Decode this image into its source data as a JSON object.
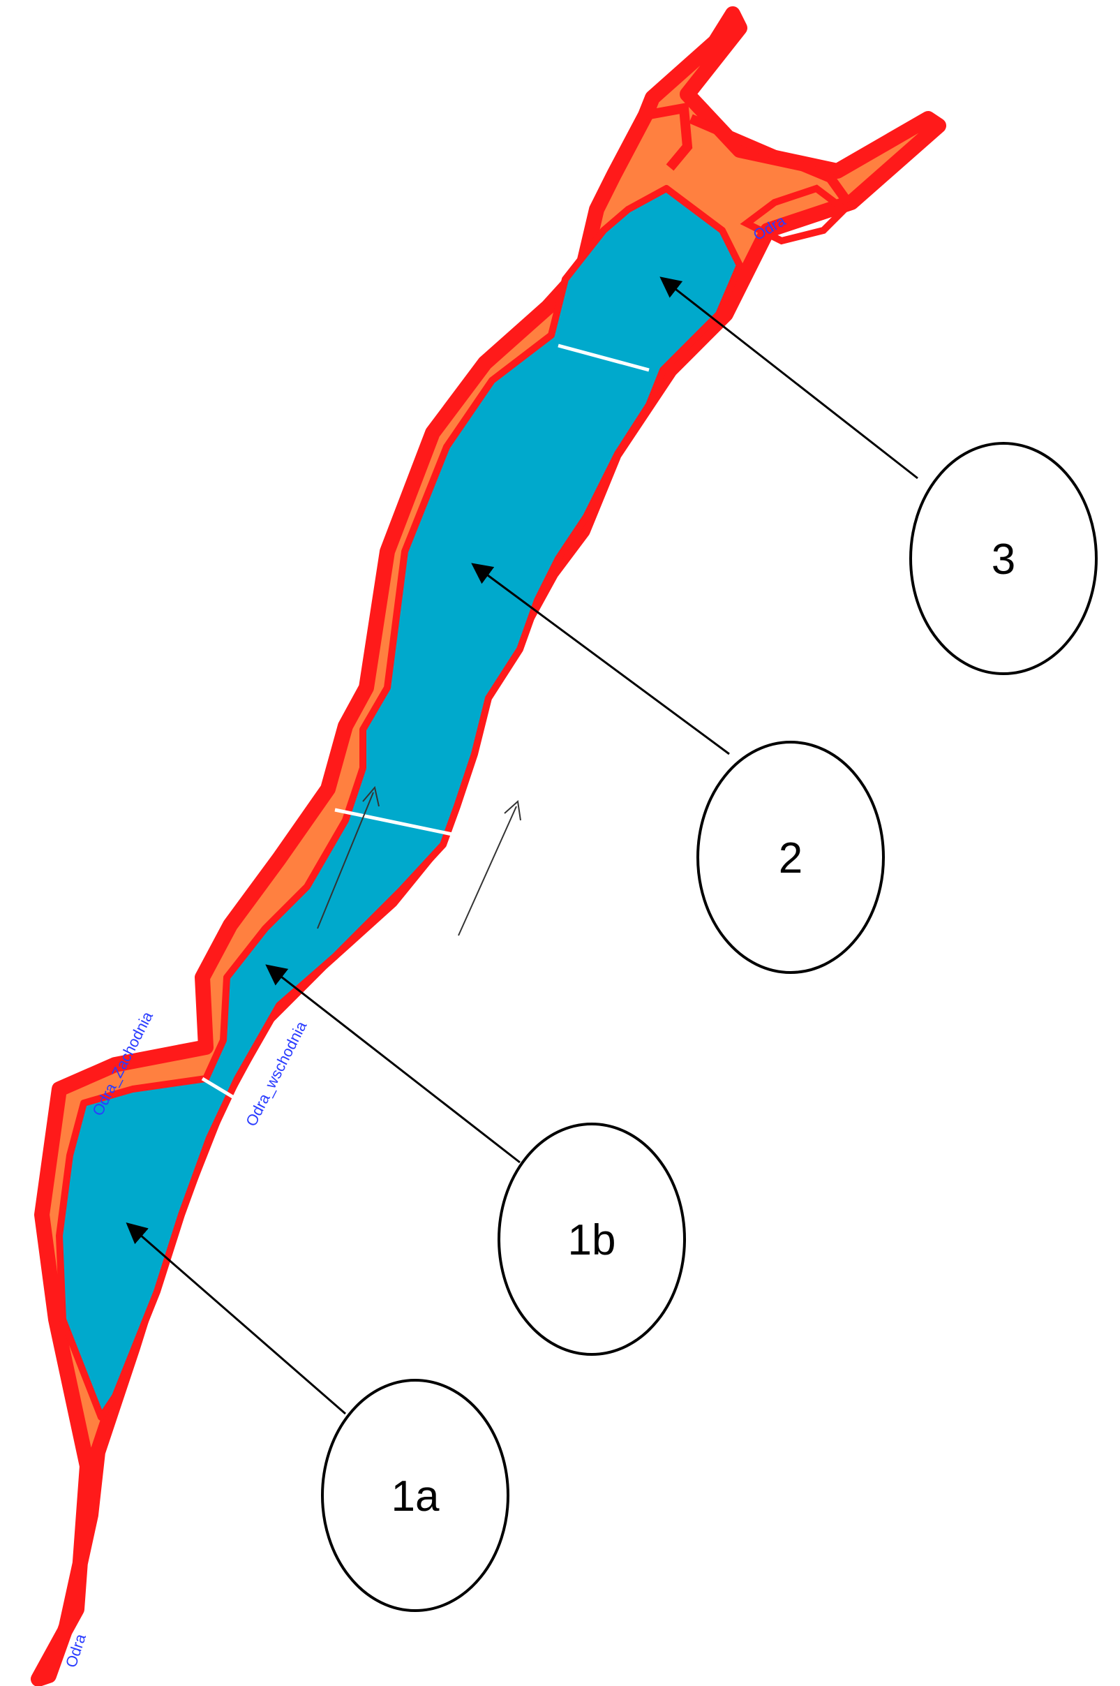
{
  "map": {
    "labels": {
      "odra_bottom": "Odra",
      "odra_zachodnia": "Odra_Zachodnia",
      "odra_wschodnia": "Odra_wschodnia",
      "odra_top": "Odra"
    },
    "callouts": [
      {
        "id": "3",
        "label": "3"
      },
      {
        "id": "2",
        "label": "2"
      },
      {
        "id": "1b",
        "label": "1b"
      },
      {
        "id": "1a",
        "label": "1a"
      }
    ],
    "colors": {
      "water": "#00a9cc",
      "embankment": "#ff1a1a",
      "embankment_fill": "#ff8040",
      "label": "#2a3cff",
      "arrow": "#000000"
    }
  }
}
